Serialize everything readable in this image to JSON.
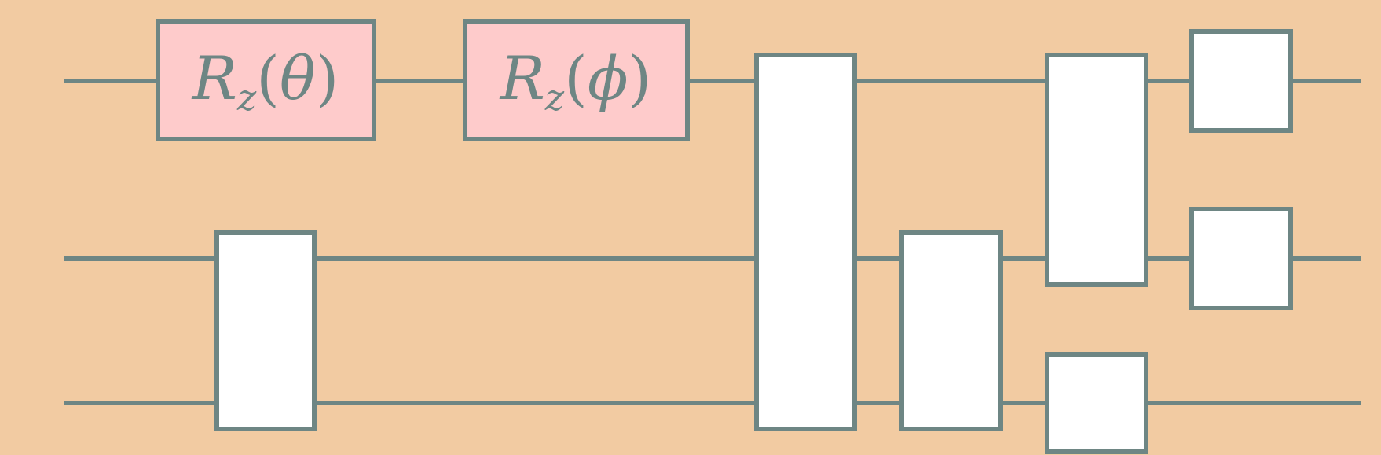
{
  "colors": {
    "background": "#f2cba2",
    "stroke": "#6e8684",
    "rotation_gate_fill": "#fecbcb",
    "plain_gate_fill": "#ffffff"
  },
  "circuit": {
    "qubit_count": 3,
    "gates": [
      {
        "id": "rz-theta",
        "qubits": [
          0
        ],
        "label": "Rz(θ)",
        "label_main": "R",
        "label_sub": "z",
        "label_arg": "θ"
      },
      {
        "id": "box-a",
        "qubits": [
          1,
          2
        ],
        "label": ""
      },
      {
        "id": "rz-phi",
        "qubits": [
          0
        ],
        "label": "Rz(ϕ)",
        "label_main": "R",
        "label_sub": "z",
        "label_arg": "ϕ"
      },
      {
        "id": "box-b",
        "qubits": [
          0,
          1,
          2
        ],
        "label": ""
      },
      {
        "id": "box-c",
        "qubits": [
          1,
          2
        ],
        "label": ""
      },
      {
        "id": "box-d",
        "qubits": [
          0,
          1
        ],
        "label": ""
      },
      {
        "id": "box-e",
        "qubits": [
          2
        ],
        "label": ""
      },
      {
        "id": "box-f",
        "qubits": [
          0
        ],
        "label": ""
      },
      {
        "id": "box-g",
        "qubits": [
          1
        ],
        "label": ""
      }
    ]
  }
}
